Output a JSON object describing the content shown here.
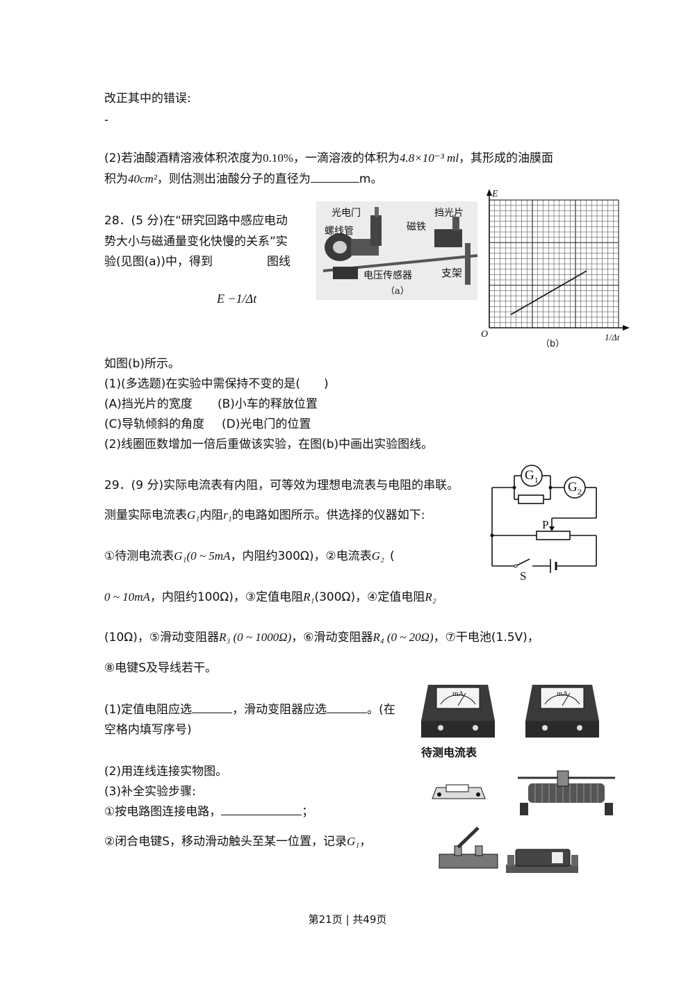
{
  "header": {
    "correct_label": "改正其中的错误:",
    "dash": "-"
  },
  "q27_2": {
    "line1_a": "(2)若油酸酒精溶液体积浓度为",
    "conc": "0.10%",
    "line1_b": "，一滴溶液的体积为",
    "vol": "4.8×10⁻³ ml",
    "line1_c": "，其形成的油膜面",
    "line2_a": "积为",
    "area": "40cm²",
    "line2_b": "，则估测出油酸分子的直径为",
    "line2_c": "m。"
  },
  "q28": {
    "stem_1": "28．(5 分)在“研究回路中感应电动",
    "stem_2": "势大小与磁通量变化快慢的关系”实",
    "stem_3a": "验(见图(a))中，得到",
    "stem_3b": "图线",
    "formula": "E −1/Δt",
    "stem_4": "如图(b)所示。",
    "fig_a": {
      "labels": [
        "光电门",
        "螺线管",
        "磁铁",
        "挡光片",
        "电压传感器",
        "支架"
      ],
      "caption": "（a）"
    },
    "fig_b": {
      "y_axis": "E",
      "x_axis": "1/Δt",
      "origin": "O",
      "caption": "（b）"
    },
    "sub1": "(1)(多选题)在实验中需保持不变的是(　　)",
    "opt_a": "(A)挡光片的宽度",
    "opt_b": "(B)小车的释放位置",
    "opt_c": "(C)导轨倾斜的角度",
    "opt_d": "(D)光电门的位置",
    "sub2": "(2)线圈匝数增加一倍后重做该实验，在图(b)中画出实验图线。"
  },
  "q29": {
    "stem_1": "29．(9 分)实际电流表有内阻，可等效为理想电流表与电阻的串联。",
    "stem_2a": "测量实际电流表",
    "g1": "G₁",
    "stem_2b": "内阻",
    "r1": "r₁",
    "stem_2c": "的电路如图所示。供选择的仪器如下:",
    "item1_a": "①待测电流表",
    "item1_range": "(0 ~ 5mA",
    "item1_b": "，内阻约300Ω)，②电流表",
    "g2": "G₂",
    "item1_c": "(",
    "item2_range": "0 ~ 10mA",
    "item2_b": "，内阻约100Ω)，③定值电阻",
    "r1_sym": "R₁",
    "item2_c": "(300Ω)，④定值电阻",
    "r2_sym": "R₂",
    "item3_a": "(10Ω)，⑤滑动变阻器",
    "r3_sym": "R₃",
    "item3_range1": "(0 ~ 1000Ω)",
    "item3_b": "，⑥滑动变阻器",
    "r4_sym": "R₄",
    "item3_range2": "(0 ~ 20Ω)",
    "item3_c": "，⑦干电池(1.5V)，",
    "item4": "⑧电键S及导线若干。",
    "q1_a": "(1)定值电阻应选",
    "q1_b": "，滑动变阻器应选",
    "q1_c": "。(在",
    "q1_d": "空格内填写序号)",
    "q2": "(2)用连线连接实物图。",
    "q3": "(3)补全实验步骤:",
    "step1": "①按电路图连接电路，",
    "step1_end": "；",
    "step2_a": "②闭合电键S，移动滑动触头至某一位置，记录",
    "step2_b": "，",
    "circuit": {
      "g1": "G",
      "g1_sub": "1",
      "g2": "G",
      "g2_sub": "2",
      "p": "P",
      "s": "S"
    },
    "meter_label": "mA",
    "meter_caption": "待测电流表"
  },
  "footer": "第21页 | 共49页"
}
